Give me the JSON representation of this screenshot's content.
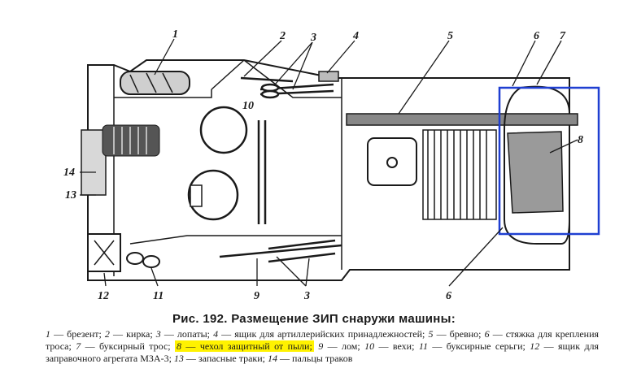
{
  "figure": {
    "callouts": [
      "1",
      "2",
      "3",
      "4",
      "5",
      "6",
      "7",
      "8",
      "10",
      "14",
      "13",
      "12",
      "11",
      "9",
      "3",
      "6"
    ],
    "caption_title": "Рис. 192. Размещение ЗИП снаружи машины:",
    "legend": [
      {
        "num": "1",
        "text": "— брезент;"
      },
      {
        "num": "2",
        "text": "— кирка;"
      },
      {
        "num": "3",
        "text": "— лопаты;"
      },
      {
        "num": "4",
        "text": "— ящик для артиллерийских принадлежностей;"
      },
      {
        "num": "5",
        "text": "— бревно;"
      },
      {
        "num": "6",
        "text": "— стяжка для крепления троса;"
      },
      {
        "num": "7",
        "text": "— буксирный трос;"
      },
      {
        "num": "8",
        "text": "— чехол защитный от пыли;",
        "highlight": true
      },
      {
        "num": "9",
        "text": "— лом;"
      },
      {
        "num": "10",
        "text": "— вехи;"
      },
      {
        "num": "11",
        "text": "— буксирные серьги;"
      },
      {
        "num": "12",
        "text": "— ящик для заправочного агрегата МЗА-3;"
      },
      {
        "num": "13",
        "text": "— запасные траки;"
      },
      {
        "num": "14",
        "text": "— пальцы траков"
      }
    ]
  },
  "colors": {
    "highlight": "#fff200",
    "selection_box": "#1f3fd1",
    "ink": "#1a1a1a"
  }
}
